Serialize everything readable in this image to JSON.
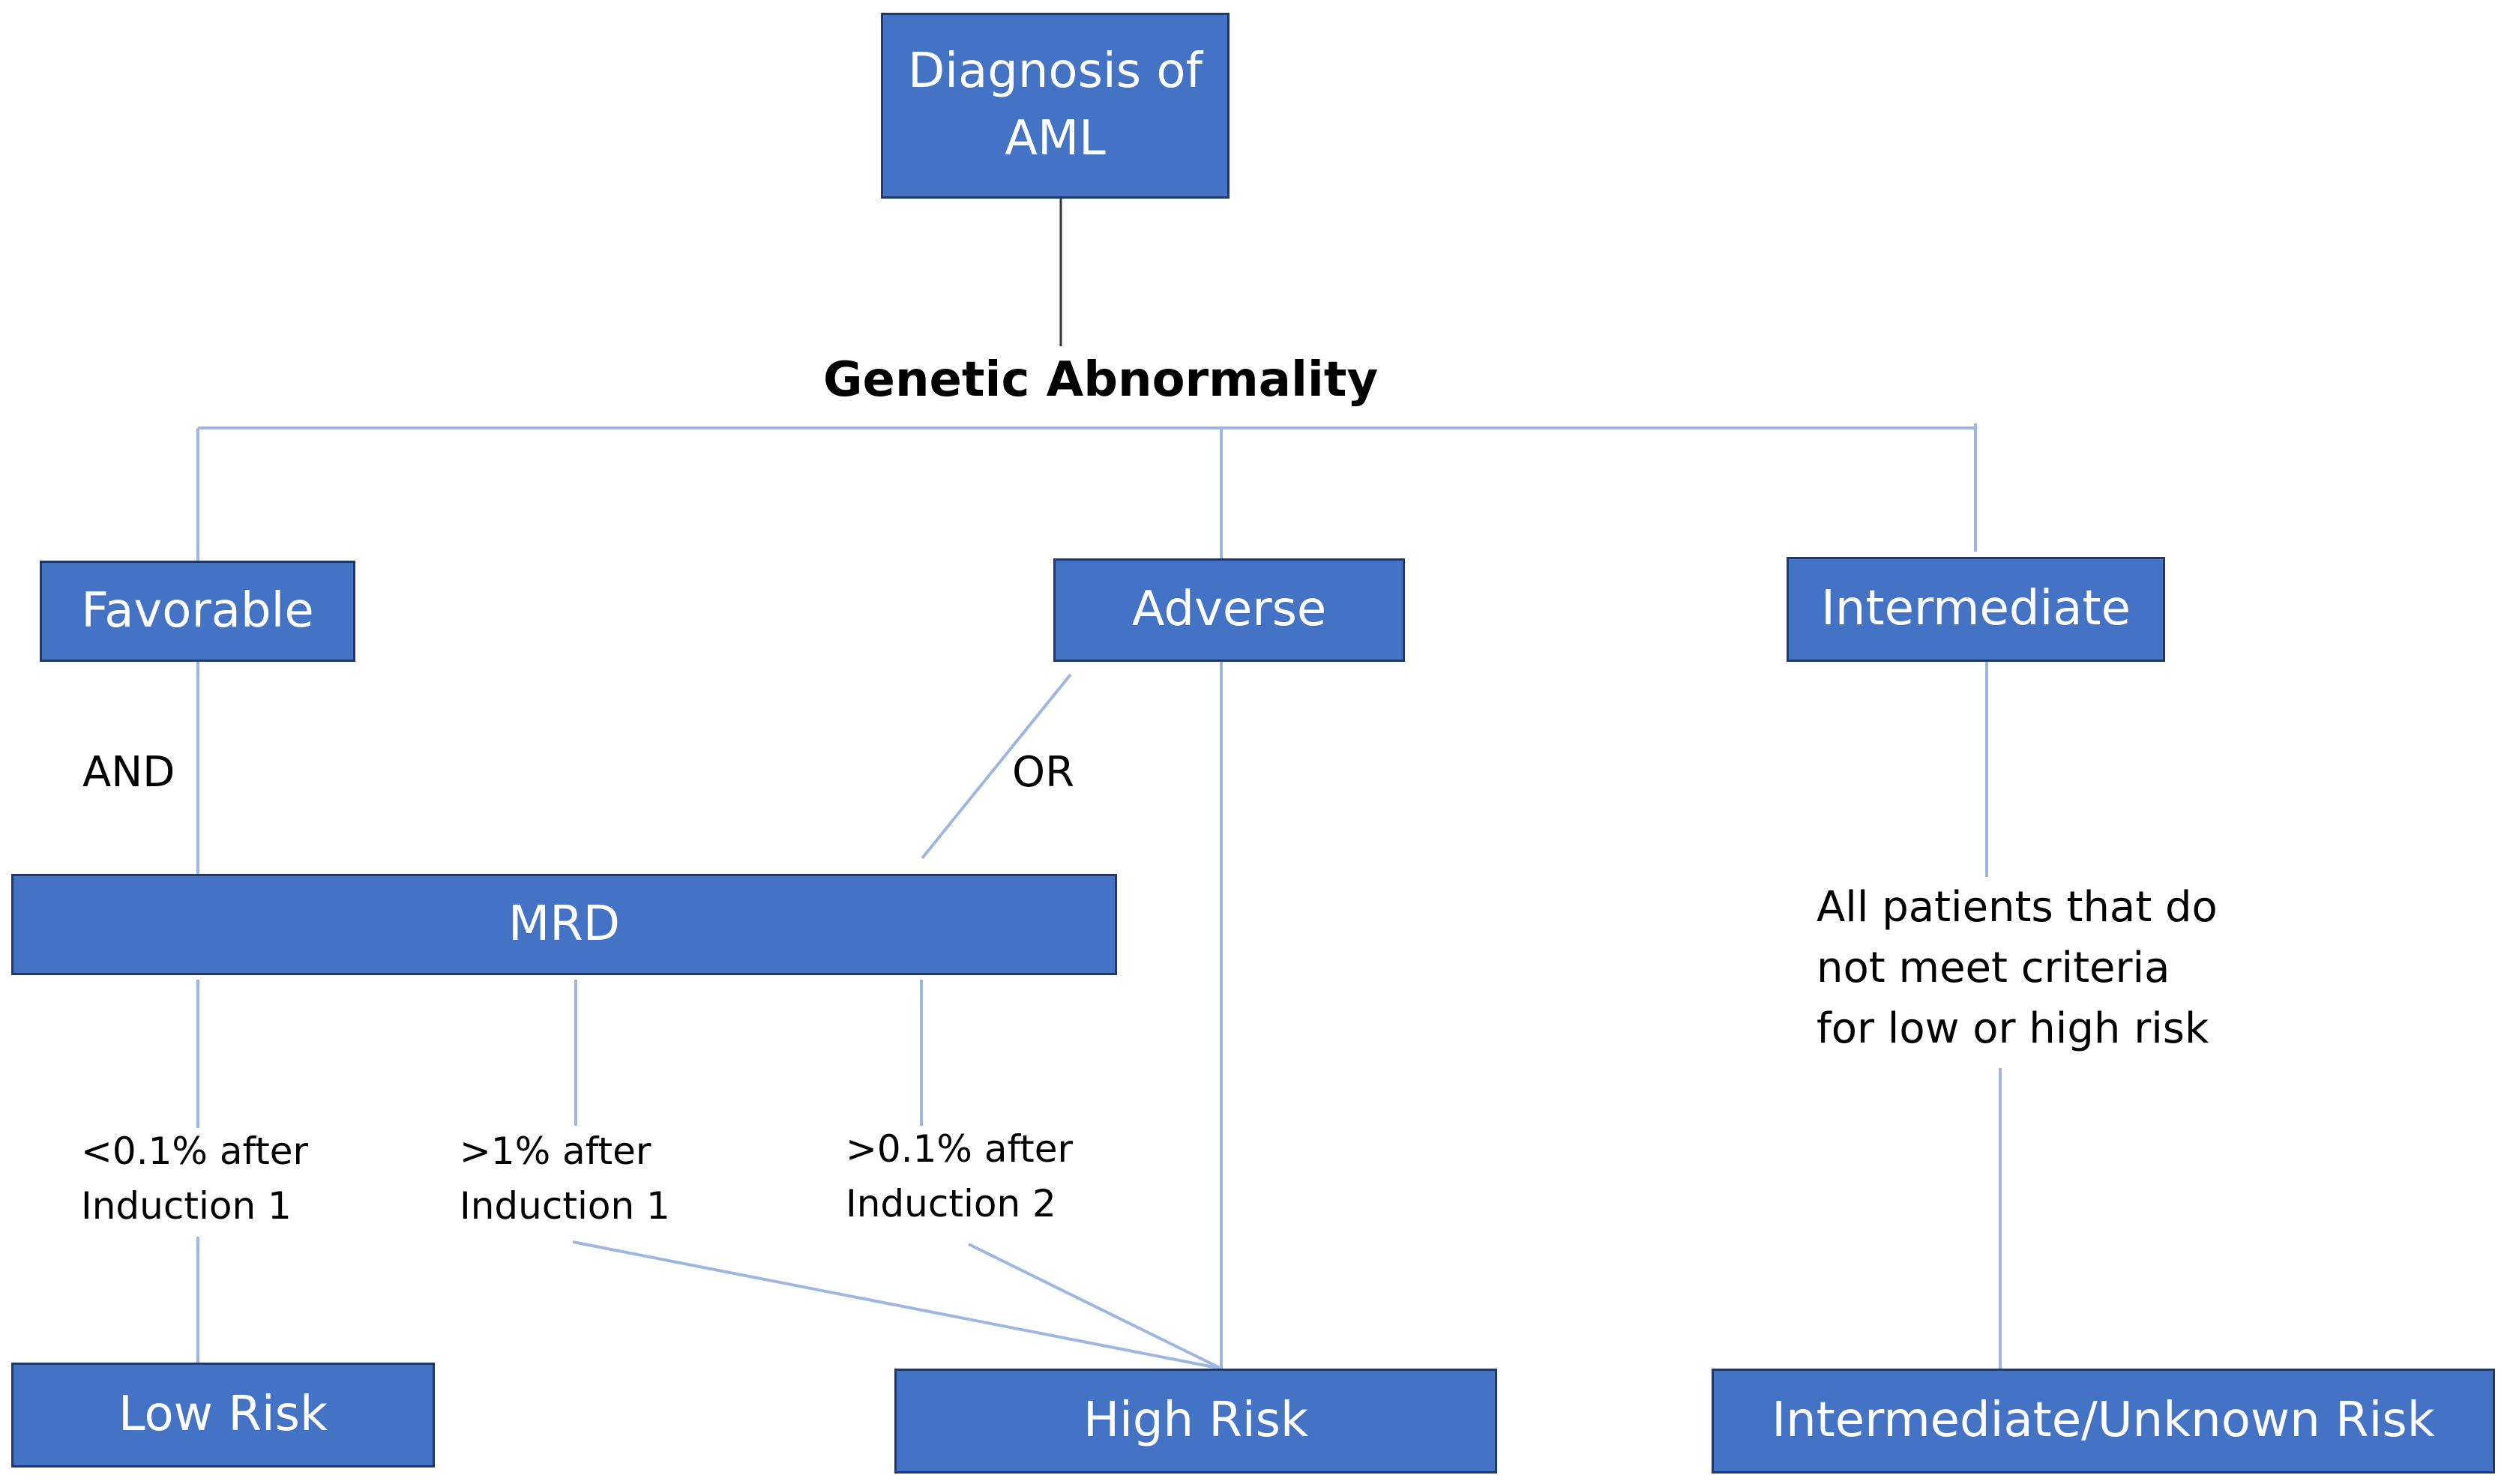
{
  "diagram": {
    "root": "Diagnosis of\nAML",
    "branch_label": "Genetic  Abnormality",
    "categories": {
      "favorable": "Favorable",
      "adverse": "Adverse",
      "intermediate": "Intermediate"
    },
    "mrd": "MRD",
    "connectors": {
      "and": "AND",
      "or": "OR"
    },
    "thresholds": {
      "low_induction1": "<0.1% after\nInduction 1",
      "high_induction1": ">1% after\nInduction 1",
      "high_induction2": ">0.1% after\nInduction  2"
    },
    "intermediate_note": "All patients that do\nnot meet criteria\nfor low or high risk",
    "outcomes": {
      "low": "Low Risk",
      "high": "High Risk",
      "intermediate": "Intermediate/Unknown Risk"
    },
    "colors": {
      "box_fill": "#4472c4",
      "box_border": "#1f3a68",
      "line_blue": "#9db7e0",
      "line_dark": "#333333"
    }
  }
}
